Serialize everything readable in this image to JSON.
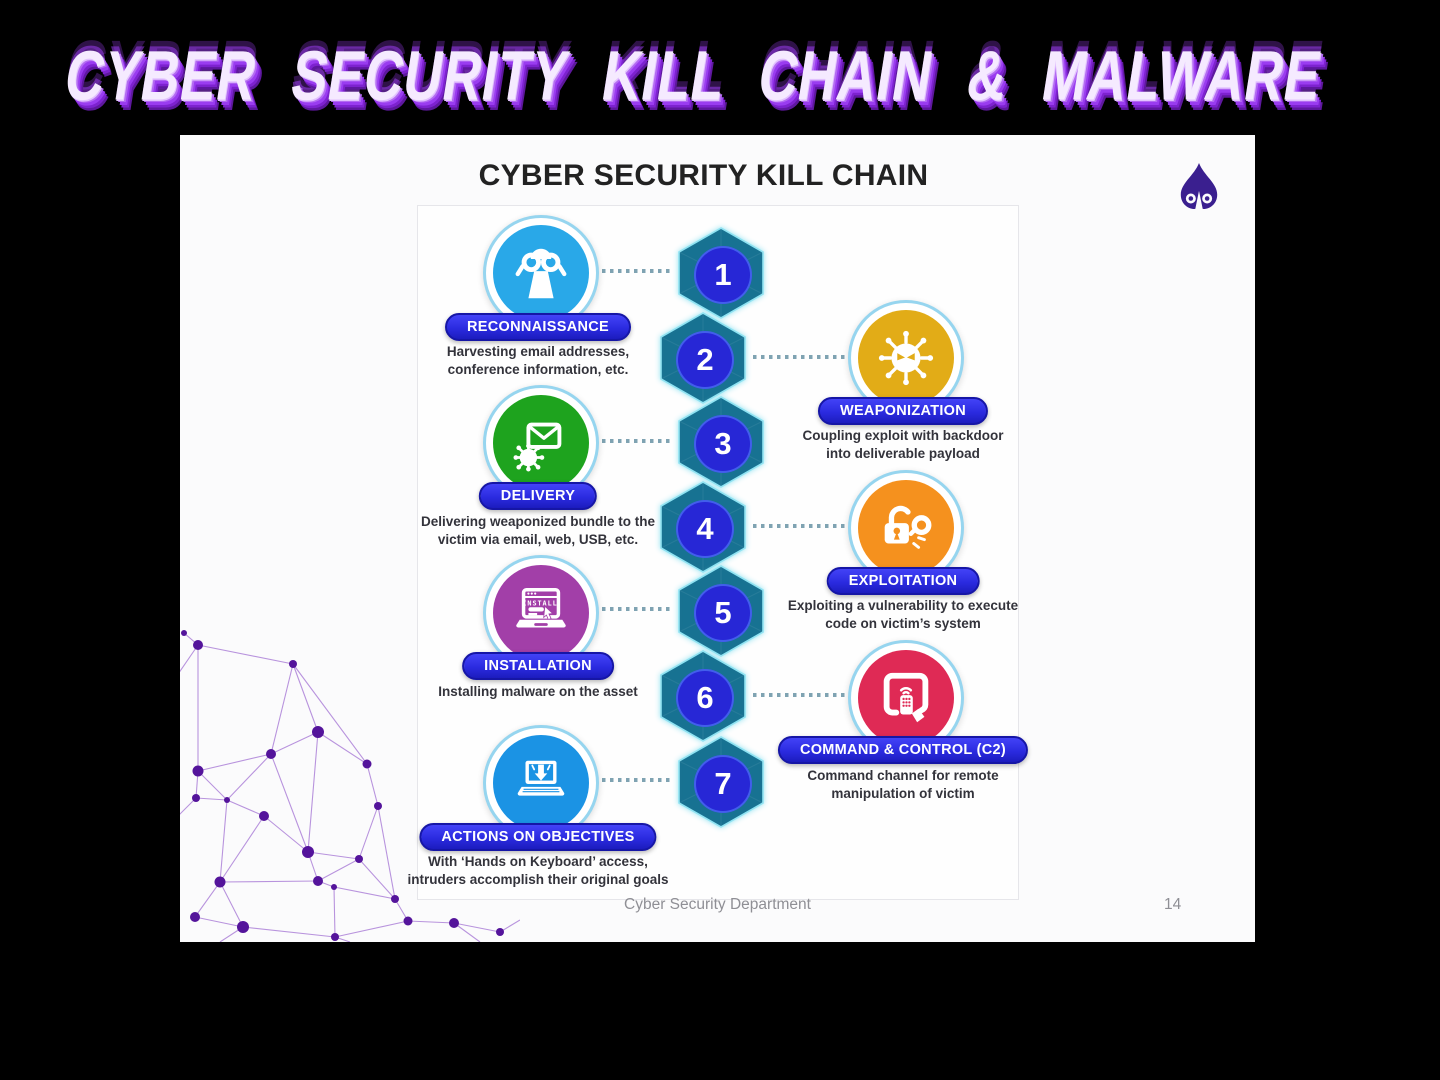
{
  "banner": {
    "title": "CYBER SECURITY KILL CHAIN & MALWARE"
  },
  "slide": {
    "title": "CYBER SECURITY KILL CHAIN",
    "footer": "Cyber Security Department",
    "page_number": "14",
    "logo_icon": "spade-flame-logo"
  },
  "theme": {
    "accent": "#2b2be0",
    "hex": "#146f8f",
    "hexglow": "#8fe3f2",
    "num": "#2727d6",
    "dot": "#7fa3b2",
    "banner_purple": "#9a3cf0",
    "logo_purple": "#3a1f8f",
    "network_purple": "#a87ad6"
  },
  "steps": [
    {
      "number": "1",
      "label": "RECONNAISSANCE",
      "side": "left",
      "icon": "binoculars-person-icon",
      "color": "#29a8e8",
      "caption": "Harvesting email addresses,\nconference information, etc."
    },
    {
      "number": "2",
      "label": "WEAPONIZATION",
      "side": "right",
      "icon": "virus-icon",
      "color": "#e2ac17",
      "caption": "Coupling exploit with backdoor\ninto deliverable payload"
    },
    {
      "number": "3",
      "label": "DELIVERY",
      "side": "left",
      "icon": "envelope-virus-icon",
      "color": "#1ea31e",
      "caption": "Delivering weaponized bundle to the\nvictim via email, web, USB, etc."
    },
    {
      "number": "4",
      "label": "EXPLOITATION",
      "side": "right",
      "icon": "broken-lock-key-icon",
      "color": "#f5911e",
      "caption": "Exploiting a vulnerability to execute\ncode on victim’s system"
    },
    {
      "number": "5",
      "label": "INSTALLATION",
      "side": "left",
      "icon": "install-laptop-icon",
      "color": "#a23fa8",
      "caption": "Installing malware on the asset"
    },
    {
      "number": "6",
      "label": "COMMAND & CONTROL (C2)",
      "side": "right",
      "icon": "remote-control-icon",
      "color": "#df2a55",
      "caption": "Command channel for remote\nmanipulation of victim"
    },
    {
      "number": "7",
      "label": "ACTIONS ON OBJECTIVES",
      "side": "left",
      "icon": "hands-on-keyboard-icon",
      "color": "#1b93e4",
      "caption": "With ‘Hands on Keyboard’ access,\nintruders accomplish their original goals"
    }
  ]
}
